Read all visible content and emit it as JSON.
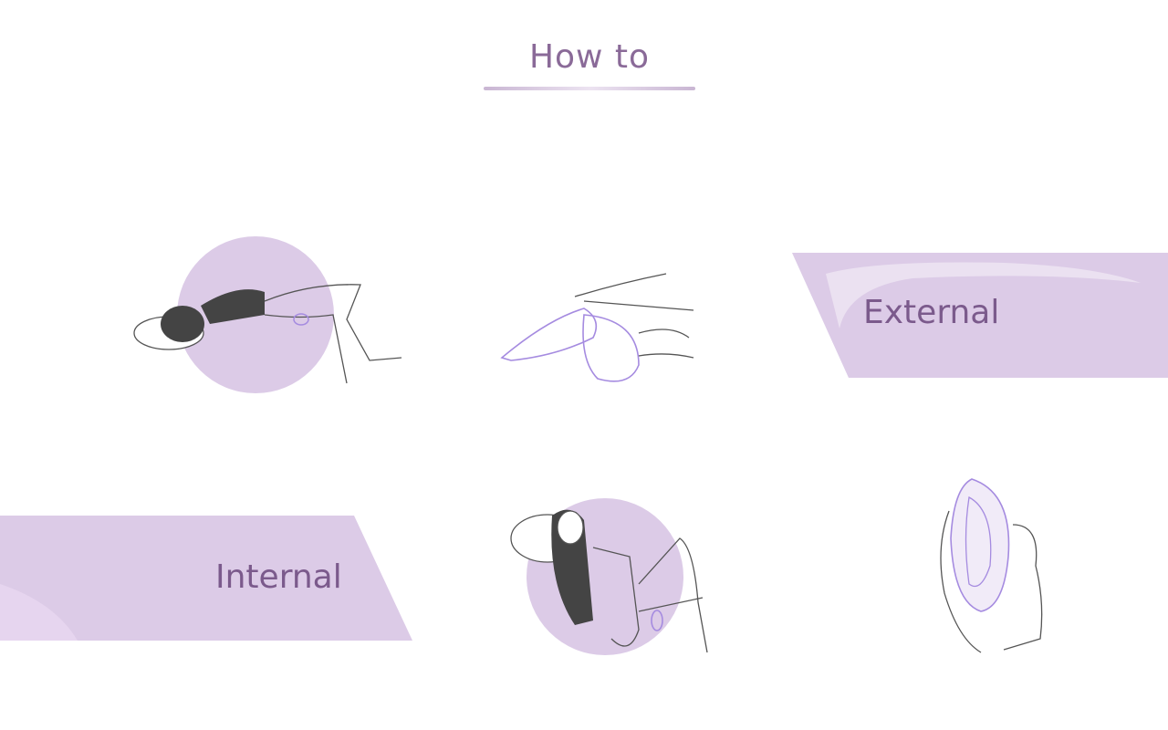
{
  "header": {
    "title": "How to"
  },
  "sections": [
    {
      "label": "External"
    },
    {
      "label": "Internal"
    }
  ],
  "colors": {
    "accent": "#dcc9e6",
    "text": "#7b5a8c",
    "line": "#555555",
    "device": "#a58be0"
  }
}
